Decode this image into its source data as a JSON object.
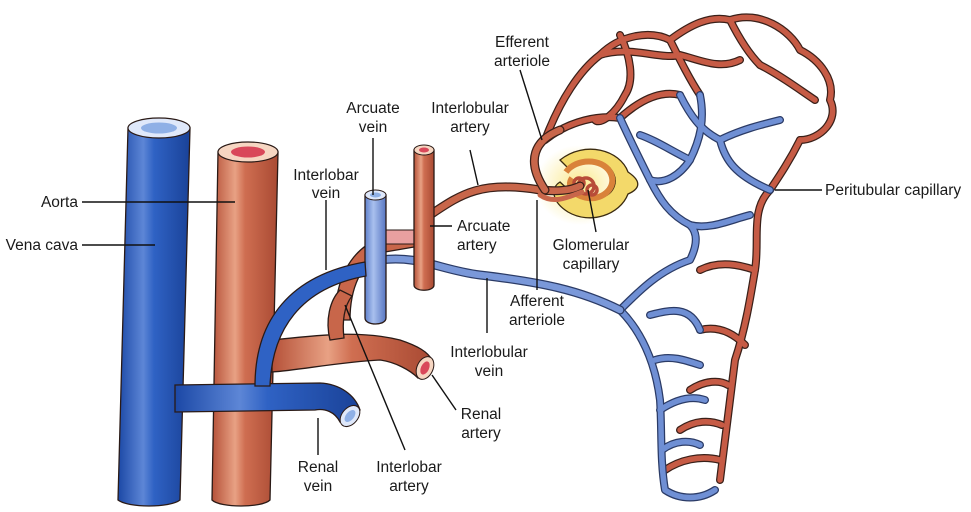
{
  "diagram": {
    "title": "Renal blood circulation",
    "colors": {
      "vein_dark": "#2457b8",
      "vein_light": "#6f8fd4",
      "artery": "#c8664a",
      "artery_light": "#e49a80",
      "capillary_red": "#c65b45",
      "capillary_blue": "#6f8fd4",
      "glomerulus_capsule": "#f3d96a",
      "lumen_red": "#d9485a",
      "lumen_blue": "#8fb0e6"
    },
    "labels": {
      "aorta": "Aorta",
      "vena_cava": "Vena cava",
      "interlobar_vein": [
        "Interlobar",
        "vein"
      ],
      "arcuate_vein": [
        "Arcuate",
        "vein"
      ],
      "interlobular_artery": [
        "Interlobular",
        "artery"
      ],
      "arcuate_artery": [
        "Arcuate",
        "artery"
      ],
      "efferent_arteriole": [
        "Efferent",
        "arteriole"
      ],
      "glomerular_capillary": [
        "Glomerular",
        "capillary"
      ],
      "peritubular_capillary": "Peritubular capillary",
      "afferent_arteriole": [
        "Afferent",
        "arteriole"
      ],
      "interlobular_vein": [
        "Interlobular",
        "vein"
      ],
      "renal_artery": [
        "Renal",
        "artery"
      ],
      "renal_vein": [
        "Renal",
        "vein"
      ],
      "interlobar_artery": [
        "Interlobar",
        "artery"
      ]
    }
  }
}
